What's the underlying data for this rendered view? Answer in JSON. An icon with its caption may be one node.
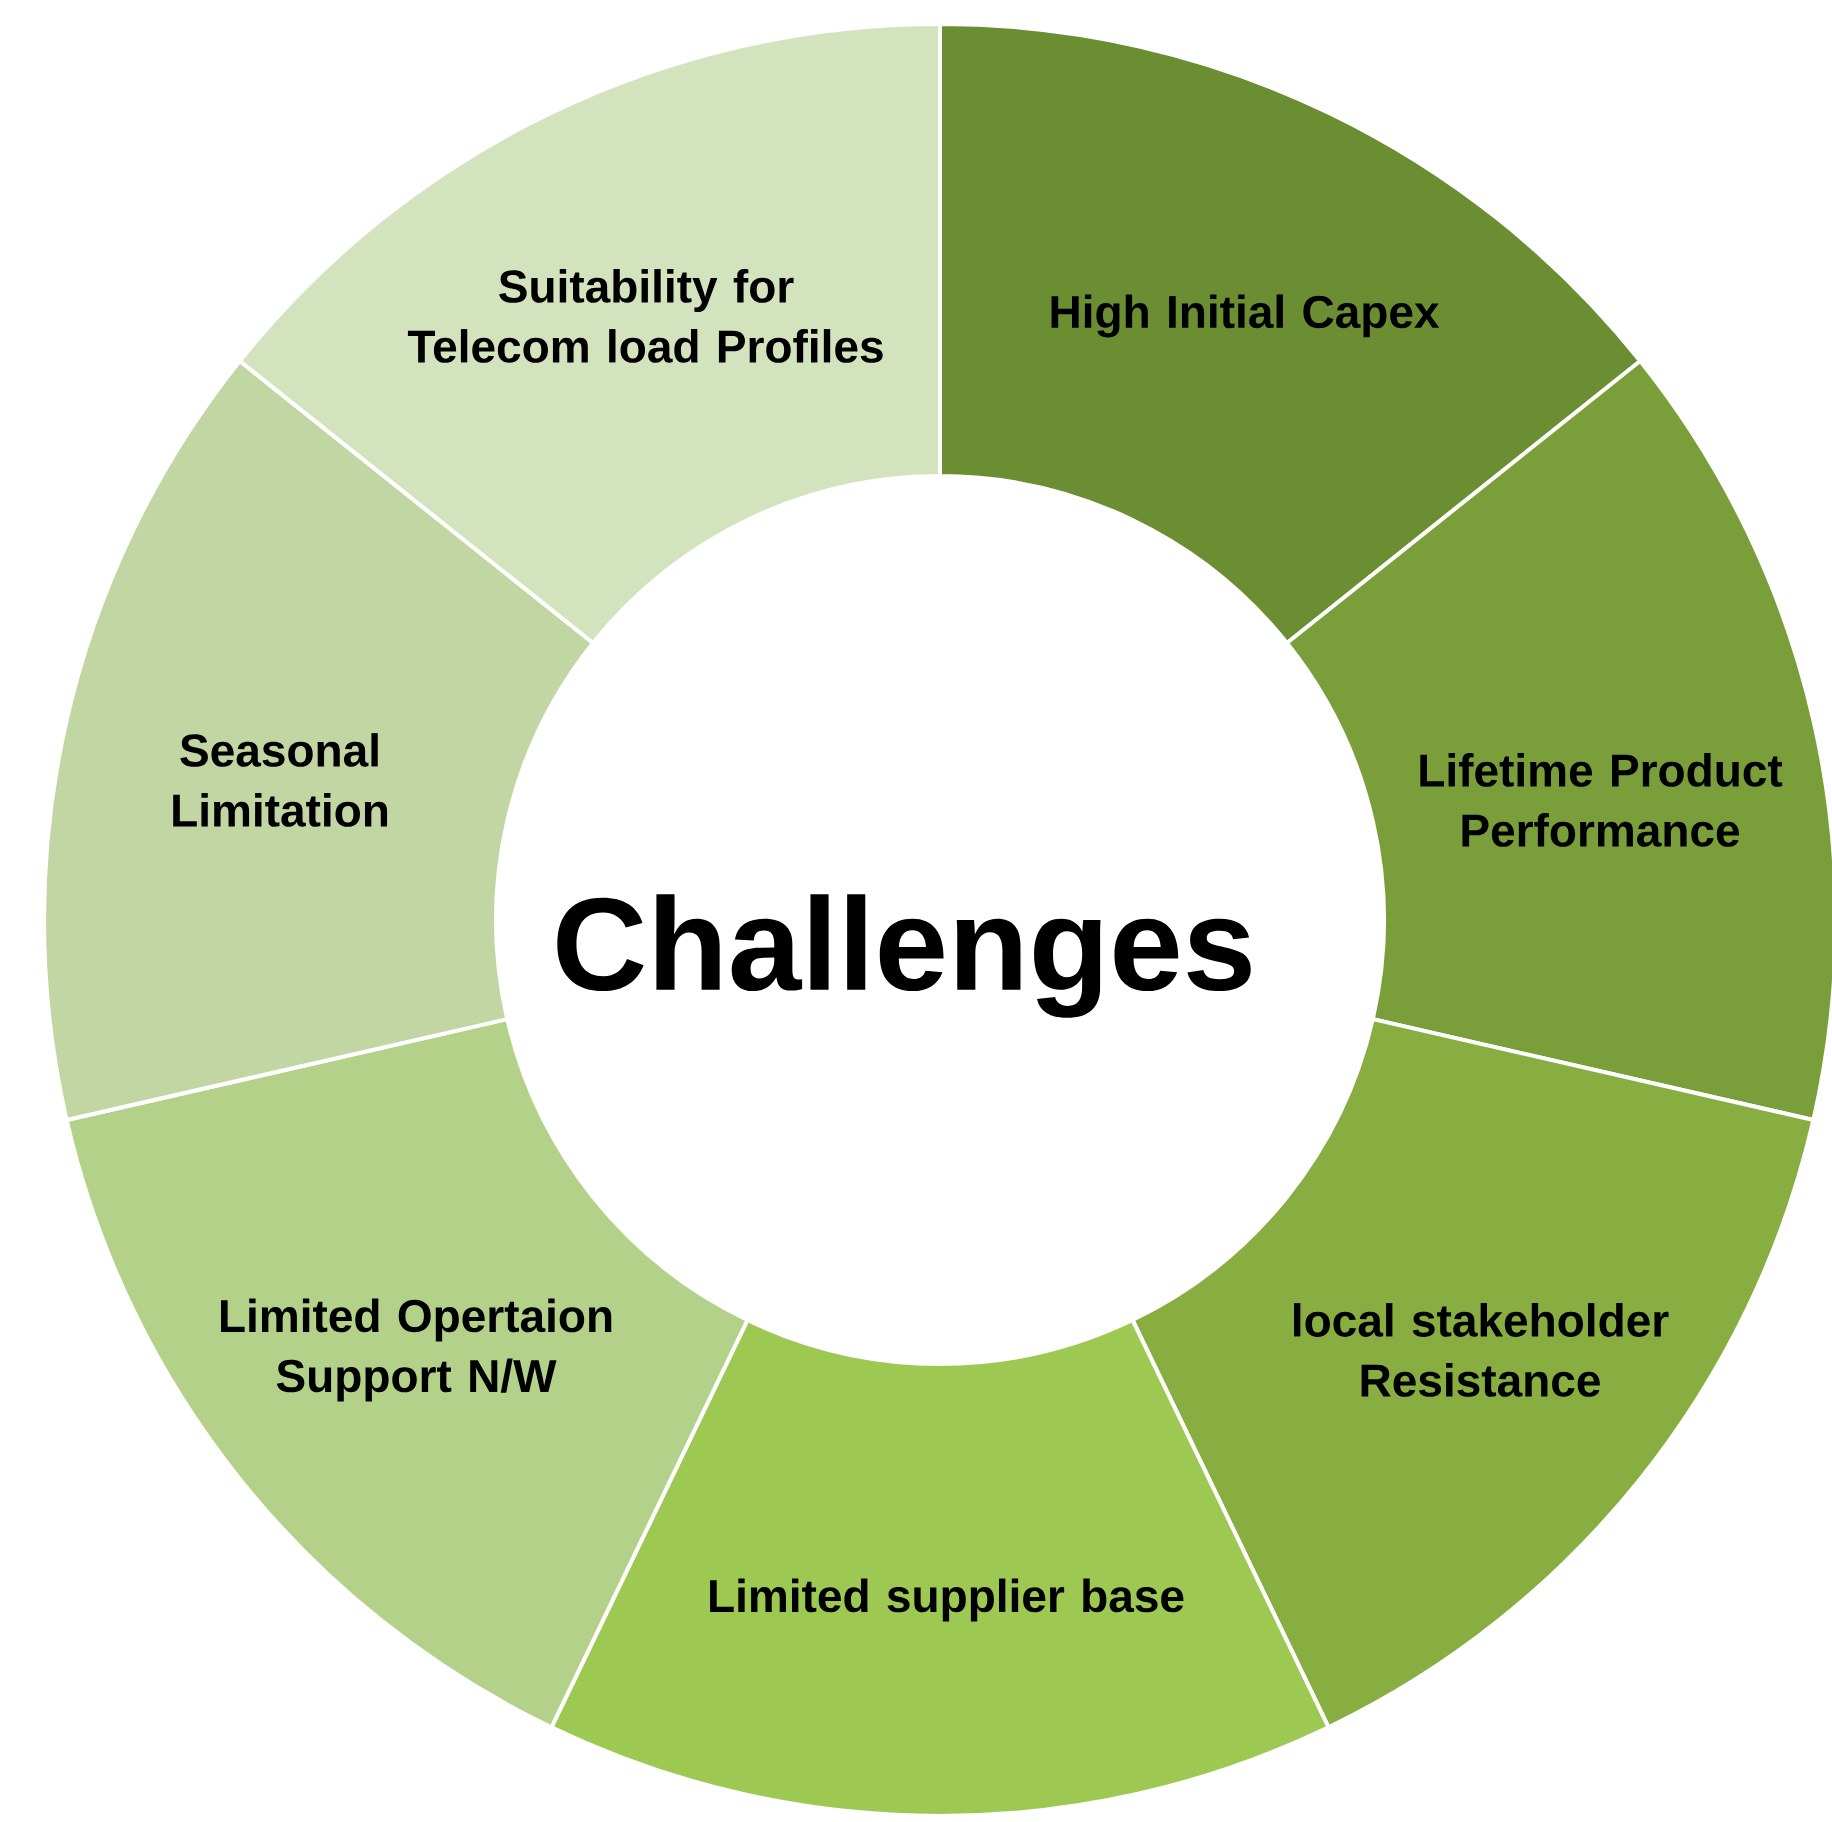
{
  "diagram": {
    "nodes": [
      {
        "text": [
          "Challenges"
        ]
      },
      {
        "text": [
          "High Initial Capex"
        ]
      },
      {
        "text": [
          "Lifetime Product Performance"
        ]
      },
      {
        "text": [
          "local stakeholder Resistance"
        ]
      },
      {
        "text": [
          "Limited supplier base"
        ]
      },
      {
        "text": [
          "Limited Opertaion Support N/W"
        ]
      },
      {
        "text": [
          "Seasonal Limitation"
        ]
      },
      {
        "text": [
          "Suitability for Telecom load Profiles"
        ]
      }
    ]
  }
}
